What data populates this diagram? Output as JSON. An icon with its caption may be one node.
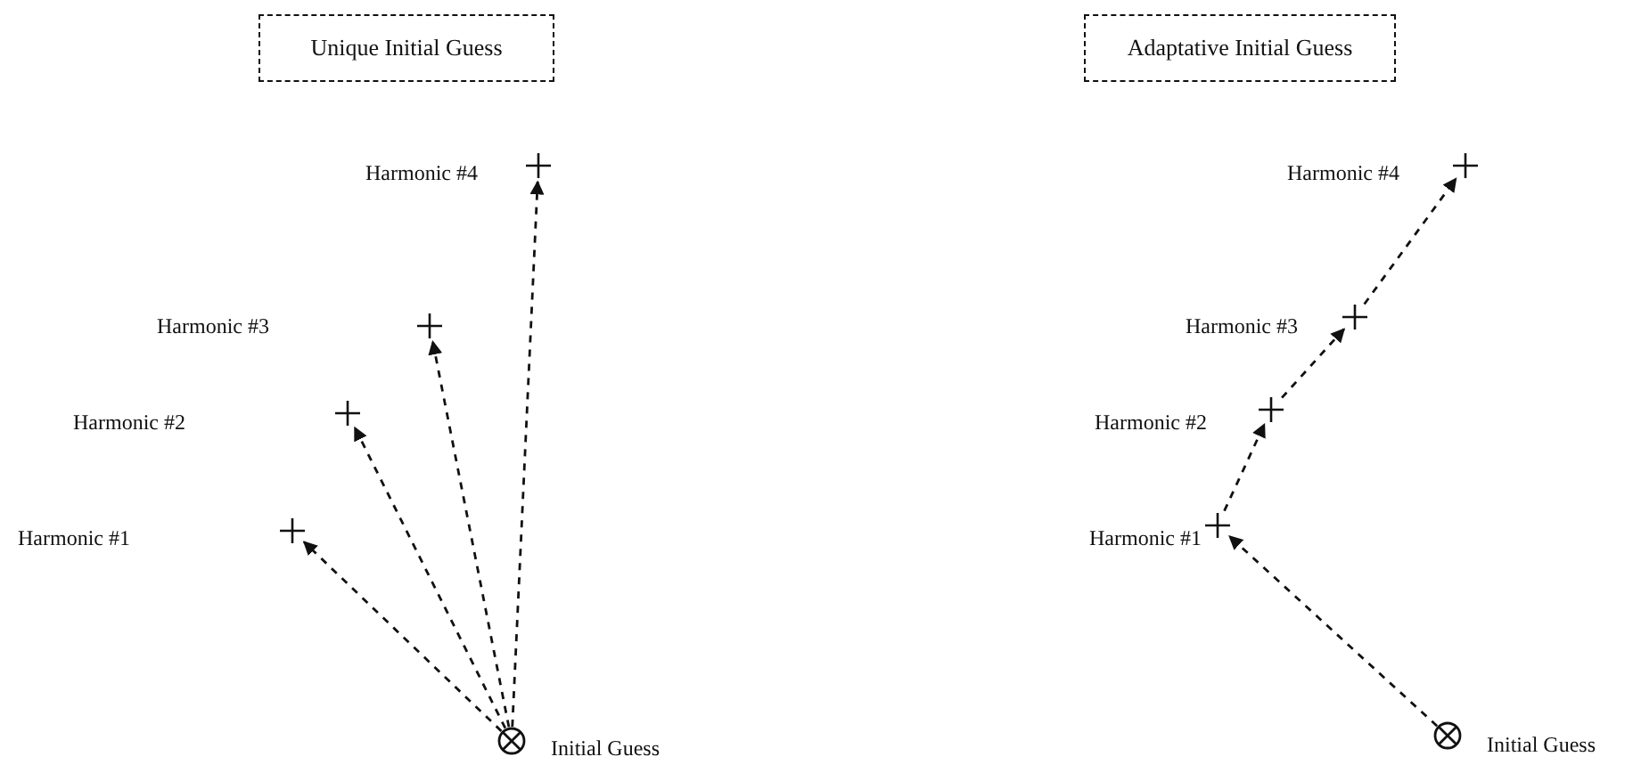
{
  "diagram": {
    "nodes": [
      {
        "text": [
          "Unique Initial Guess"
        ]
      },
      {
        "text": [
          "Adaptative Initial Guess"
        ]
      },
      {
        "text": [],
        "shape": "cross",
        "beside": [
          "Harmonic #4"
        ]
      },
      {
        "text": [],
        "shape": "cross"
      },
      {
        "text": [],
        "shape": "cross"
      },
      {
        "text": [],
        "shape": "cross"
      },
      {
        "text": [],
        "shape": "circle",
        "beside": [
          "Initial Guess"
        ]
      },
      {
        "text": [],
        "shape": "cross",
        "beside": [
          "Harmonic #4"
        ]
      },
      {
        "text": [],
        "shape": "cross",
        "beside": [
          "Harmonic #3"
        ]
      },
      {
        "text": [],
        "shape": "cross",
        "beside": [
          "Harmonic #2"
        ]
      },
      {
        "text": [],
        "shape": "cross",
        "beside": [
          "Harmonic #1"
        ]
      },
      {
        "text": [],
        "shape": "circle",
        "beside": [
          "Initial Guess"
        ]
      }
    ],
    "edges": [
      {
        "from": 6,
        "to": 5,
        "arrow": "to",
        "style": "dashed"
      },
      {
        "from": 6,
        "to": 4,
        "arrow": "to",
        "style": "dashed"
      },
      {
        "from": 6,
        "to": 3,
        "arrow": "to",
        "style": "dashed"
      },
      {
        "from": 6,
        "to": 2,
        "arrow": "to",
        "style": "dashed"
      },
      {
        "from": 11,
        "to": 10,
        "arrow": "to",
        "style": "dashed"
      },
      {
        "from": 10,
        "to": 9,
        "arrow": "to",
        "style": "dashed"
      },
      {
        "from": 9,
        "to": 8,
        "arrow": "to",
        "style": "dashed"
      },
      {
        "from": 8,
        "to": 7,
        "arrow": "to",
        "style": "dashed"
      }
    ],
    "labels": [
      "Harmonic #3",
      "Harmonic #2",
      "Harmonic #1"
    ]
  }
}
